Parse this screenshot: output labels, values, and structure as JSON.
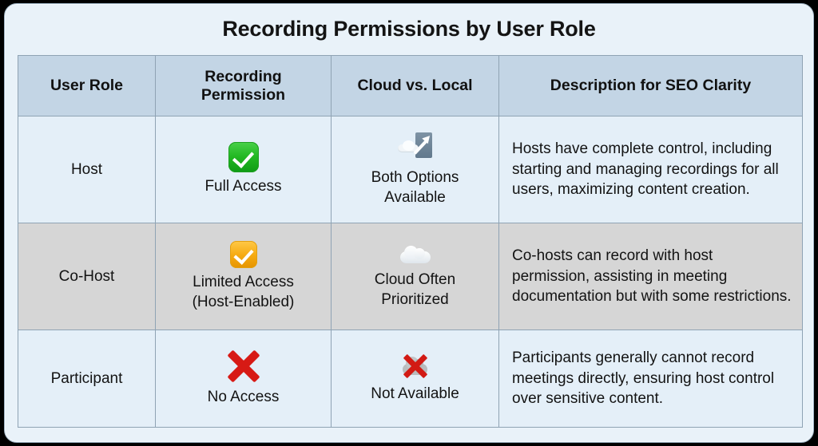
{
  "card": {
    "title": "Recording Permissions by User Role",
    "background_color": "#e9f2f9",
    "border_color": "#9fb4c4",
    "header_color": "#c3d5e5",
    "row_light_color": "#e4eff8",
    "row_dark_color": "#d6d6d6"
  },
  "table": {
    "columns": [
      {
        "label": "User Role"
      },
      {
        "label": "Recording\nPermission"
      },
      {
        "label": "Cloud vs. Local"
      },
      {
        "label": "Description for SEO Clarity"
      }
    ],
    "column_labels": {
      "role": "User Role",
      "permission_line1": "Recording",
      "permission_line2": "Permission",
      "cloud": "Cloud vs. Local",
      "description": "Description for SEO Clarity"
    },
    "rows": [
      {
        "role": "Host",
        "permission_icon": "green-check-icon",
        "permission_line1": "Full Access",
        "permission_line2": "",
        "cloud_icon": "cloud-upload-arrow-icon",
        "cloud_line1": "Both Options",
        "cloud_line2": "Available",
        "description": "Hosts have complete control, including starting and managing recordings for all users, maximizing content creation.",
        "shading": "light"
      },
      {
        "role": "Co-Host",
        "permission_icon": "amber-check-icon",
        "permission_line1": "Limited Access",
        "permission_line2": "(Host-Enabled)",
        "cloud_icon": "cloud-icon",
        "cloud_line1": "Cloud Often",
        "cloud_line2": "Prioritized",
        "description": "Co-hosts can record with host permission, assisting in meeting documentation but with some restrictions.",
        "shading": "dark"
      },
      {
        "role": "Participant",
        "permission_icon": "red-x-icon",
        "permission_line1": "No Access",
        "permission_line2": "",
        "cloud_icon": "cloud-crossed-out-icon",
        "cloud_line1": "Not Available",
        "cloud_line2": "",
        "description": "Participants generally cannot record meetings directly, ensuring host control over sensitive content.",
        "shading": "light"
      }
    ]
  }
}
